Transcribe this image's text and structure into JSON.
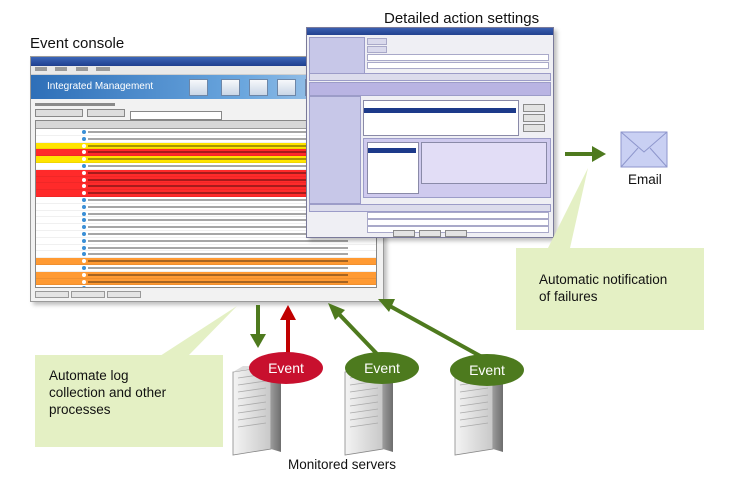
{
  "labels": {
    "detailed_action_settings": "Detailed action settings",
    "event_console": "Event console",
    "email": "Email",
    "monitored_servers": "Monitored servers"
  },
  "callouts": {
    "notification": [
      "Automatic notification",
      "of failures"
    ],
    "automate": [
      "Automate log",
      "collection and other",
      "processes"
    ]
  },
  "events": {
    "red": "Event",
    "green_middle": "Event",
    "green_right": "Event"
  },
  "console": {
    "banner_title": "Integrated Management"
  },
  "colors": {
    "callout_fill": "#e4f0c4",
    "arrow_green": "#4e7a1e",
    "arrow_red": "#c00000",
    "event_red": "#c8102e",
    "event_green": "#4d7a1e",
    "console_banner": "#2e6fb8",
    "dialog_header": "#7b71c6",
    "row_red": "#ff2a2a",
    "row_yellow": "#ffe400",
    "row_orange": "#ff9a33"
  },
  "icons": {
    "email": "envelope-icon",
    "server": "server-tower-icon"
  }
}
